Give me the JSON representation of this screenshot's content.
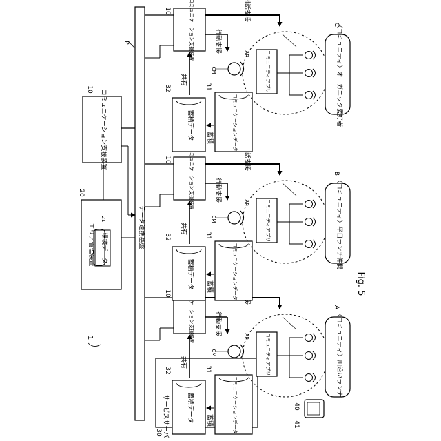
{
  "figure": {
    "label": "Fig. 5",
    "system_number": "1"
  },
  "platform": {
    "label": "データ連携基盤",
    "ref": "P"
  },
  "comm_support": {
    "label": "コミュニケーション支援装置",
    "ref": "10"
  },
  "area_mgmt": {
    "label": "エリア管理装置",
    "ref": "20",
    "env_data": "環境データ",
    "env_ref": "21"
  },
  "service_server": {
    "label": "サービスサーバ",
    "ref": "30"
  },
  "terminal": {
    "ref_a": "40",
    "ref_b": "41"
  },
  "units": [
    {
      "support_label": "コミュニケーション支援装置",
      "support_ref": "10",
      "share": "共有",
      "accum": "蓄積",
      "accum_data": "蓄積データ",
      "accum_ref": "32",
      "comm_data": "コミュニケーションデータ",
      "comm_ref": "31",
      "ap": "AP",
      "cm": "CM",
      "action_support": "行動支援",
      "dialog_support": "対話支援",
      "app": "コミュニティアプリ",
      "community": "〈コミュニティ〉川沿いランナー",
      "community_ref": "A"
    },
    {
      "support_label": "コミュニケーション支援装置",
      "support_ref": "10",
      "share": "共有",
      "accum": "蓄積",
      "accum_data": "蓄積データ",
      "accum_ref": "32",
      "comm_data": "コミュニケーションデータ",
      "comm_ref": "31",
      "ap": "AP",
      "cm": "CM",
      "action_support": "行動支援",
      "dialog_support": "対話支援",
      "app": "コミュニティアプリ",
      "community": "〈コミュニティ〉平日ランチ仲間",
      "community_ref": "B"
    },
    {
      "support_label": "コミュニケーション支援装置",
      "support_ref": "10",
      "share": "共有",
      "accum": "蓄積",
      "accum_data": "蓄積データ",
      "accum_ref": "32",
      "comm_data": "コミュニケーションデータ",
      "comm_ref": "31",
      "ap": "AP",
      "cm": "CM",
      "action_support": "行動支援",
      "dialog_support": "対話支援",
      "app": "コミュニティアプリ",
      "community": "〈コミュニティ〉オーガニック愛好者",
      "community_ref": "C"
    }
  ]
}
